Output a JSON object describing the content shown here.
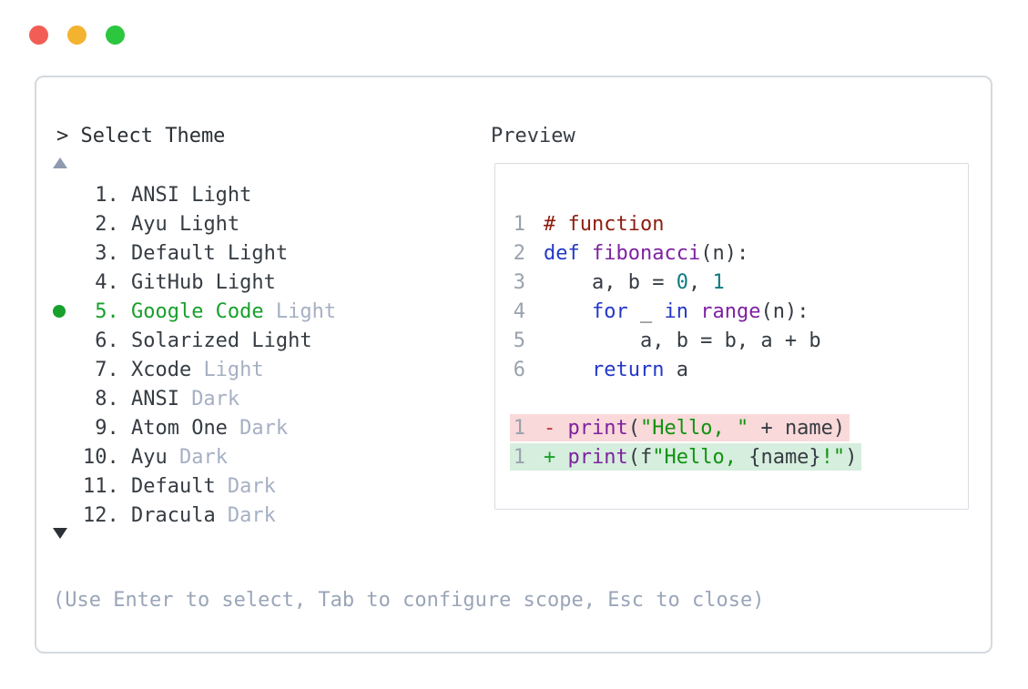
{
  "window": {
    "controls": [
      {
        "name": "close",
        "color": "#f25e55"
      },
      {
        "name": "minimize",
        "color": "#f3b32e"
      },
      {
        "name": "maximize",
        "color": "#2cc63f"
      }
    ]
  },
  "icons": {
    "scroll_up": "triangle-up",
    "scroll_down": "triangle-down",
    "selected_indicator": "green-dot"
  },
  "theme_selector": {
    "prompt": "> Select Theme",
    "items": [
      {
        "num": "1.",
        "name": "ANSI Light",
        "variant": "",
        "selected": false
      },
      {
        "num": "2.",
        "name": "Ayu Light",
        "variant": "",
        "selected": false
      },
      {
        "num": "3.",
        "name": "Default Light",
        "variant": "",
        "selected": false
      },
      {
        "num": "4.",
        "name": "GitHub Light",
        "variant": "",
        "selected": false
      },
      {
        "num": "5.",
        "name": "Google Code",
        "variant": "Light",
        "selected": true
      },
      {
        "num": "6.",
        "name": "Solarized Light",
        "variant": "",
        "selected": false
      },
      {
        "num": "7.",
        "name": "Xcode",
        "variant": "Light",
        "selected": false
      },
      {
        "num": "8.",
        "name": "ANSI",
        "variant": "Dark",
        "selected": false
      },
      {
        "num": "9.",
        "name": "Atom One",
        "variant": "Dark",
        "selected": false
      },
      {
        "num": "10.",
        "name": "Ayu",
        "variant": "Dark",
        "selected": false
      },
      {
        "num": "11.",
        "name": "Default",
        "variant": "Dark",
        "selected": false
      },
      {
        "num": "12.",
        "name": "Dracula",
        "variant": "Dark",
        "selected": false
      }
    ],
    "help_text": "(Use Enter to select, Tab to configure scope, Esc to close)"
  },
  "preview": {
    "label": "Preview",
    "code_lines": [
      {
        "n": "1",
        "diff": "",
        "tokens": [
          [
            "cm",
            "# function"
          ]
        ]
      },
      {
        "n": "2",
        "diff": "",
        "tokens": [
          [
            "kw",
            "def"
          ],
          [
            "pl",
            " "
          ],
          [
            "fn",
            "fibonacci"
          ],
          [
            "pl",
            "(n):"
          ]
        ]
      },
      {
        "n": "3",
        "diff": "",
        "tokens": [
          [
            "pl",
            "    a, b = "
          ],
          [
            "nm",
            "0"
          ],
          [
            "pl",
            ", "
          ],
          [
            "nm",
            "1"
          ]
        ]
      },
      {
        "n": "4",
        "diff": "",
        "tokens": [
          [
            "pl",
            "    "
          ],
          [
            "kw",
            "for"
          ],
          [
            "pl",
            " _ "
          ],
          [
            "kw",
            "in"
          ],
          [
            "pl",
            " "
          ],
          [
            "fn",
            "range"
          ],
          [
            "pl",
            "(n):"
          ]
        ]
      },
      {
        "n": "5",
        "diff": "",
        "tokens": [
          [
            "pl",
            "        a, b = b, a + b"
          ]
        ]
      },
      {
        "n": "6",
        "diff": "",
        "tokens": [
          [
            "pl",
            "    "
          ],
          [
            "kw",
            "return"
          ],
          [
            "pl",
            " a"
          ]
        ]
      },
      {
        "n": "",
        "diff": "",
        "tokens": []
      },
      {
        "n": "1",
        "diff": "del",
        "tokens": [
          [
            "del",
            "- "
          ],
          [
            "fn",
            "print"
          ],
          [
            "pl",
            "("
          ],
          [
            "st",
            "\"Hello, \""
          ],
          [
            "pl",
            " + name)"
          ]
        ]
      },
      {
        "n": "1",
        "diff": "add",
        "tokens": [
          [
            "add",
            "+ "
          ],
          [
            "fn",
            "print"
          ],
          [
            "pl",
            "(f"
          ],
          [
            "st",
            "\"Hello, "
          ],
          [
            "pl",
            "{name}"
          ],
          [
            "st",
            "!\""
          ],
          [
            "pl",
            ")"
          ]
        ]
      }
    ]
  },
  "colors": {
    "text-dark": "#363c43",
    "prompt-text": "#2a2f35",
    "text-muted": "#a6b0c3",
    "help-text": "#9aa5b8",
    "line-number": "#9aa2ad",
    "arrow-up": "#8e9ab0",
    "arrow-down": "#2c3137",
    "selected-green": "#18a02c",
    "keyword-blue": "#2438c8",
    "function-purple": "#7d22a0",
    "comment-red": "#8e1c10",
    "number-teal": "#0e7a80",
    "string-green": "#0f930f",
    "diff-minus": "#c43434",
    "diff-plus": "#18a02c",
    "diff-del-bg": "#f9d9d9",
    "diff-add-bg": "#d6eedd",
    "panel-border": "#d5d9df",
    "preview-border": "#d9dce1",
    "panel-bg": "#ffffff"
  }
}
